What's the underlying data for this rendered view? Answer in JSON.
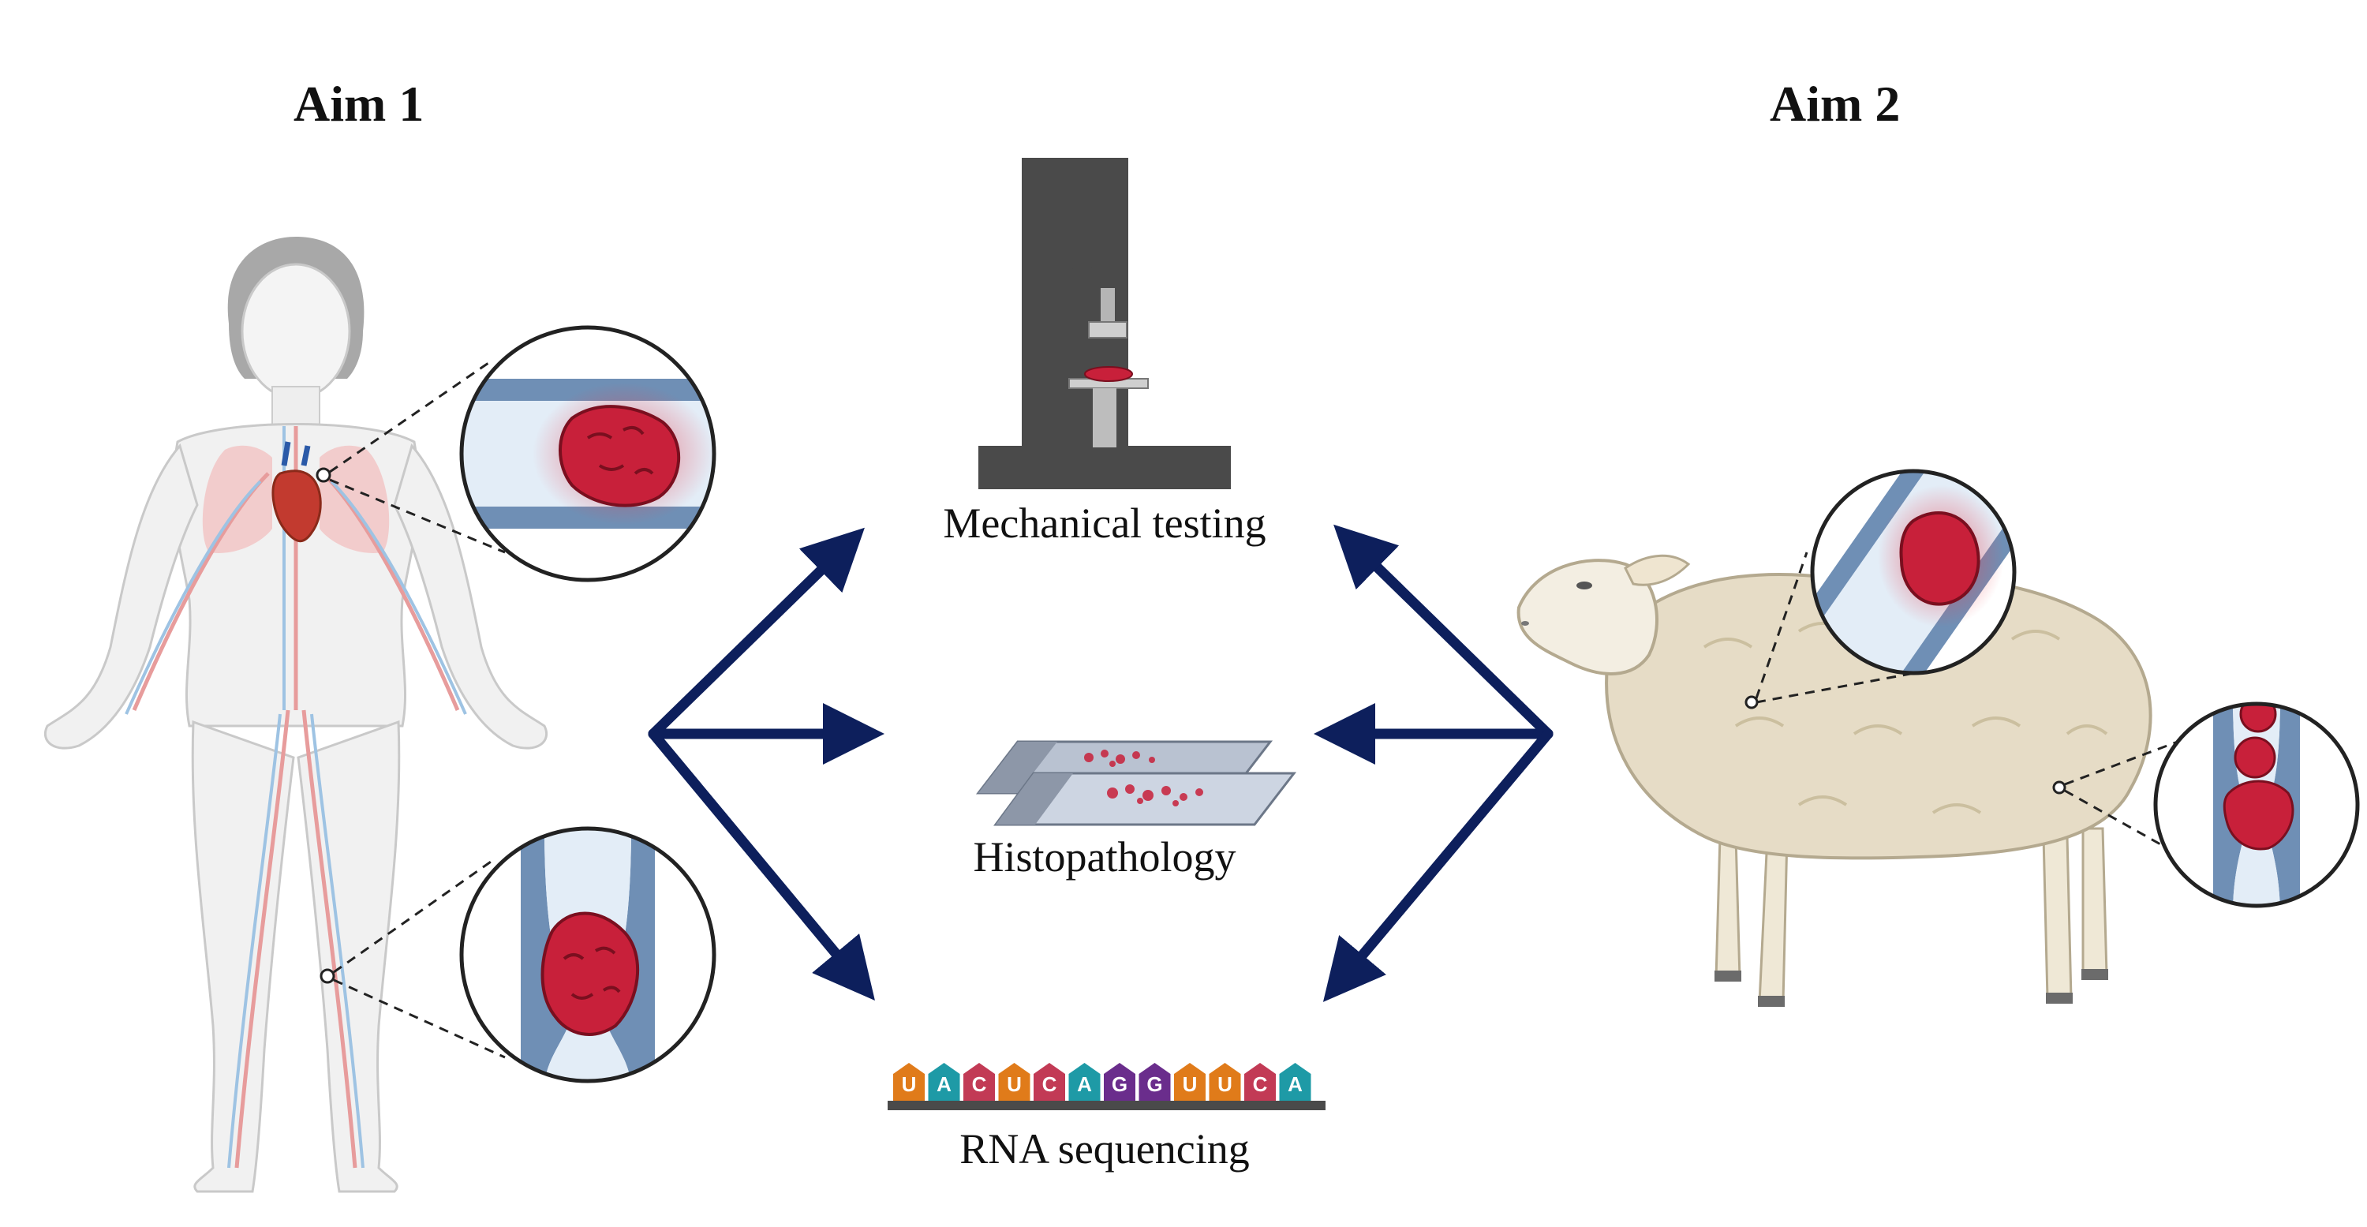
{
  "aims": {
    "aim1": "Aim 1",
    "aim2": "Aim 2"
  },
  "methods": {
    "mechanical": "Mechanical testing",
    "histo": "Histopathology",
    "rna": "RNA sequencing"
  },
  "rna_sequence": [
    "U",
    "A",
    "C",
    "U",
    "C",
    "A",
    "G",
    "G",
    "U",
    "U",
    "C",
    "A"
  ],
  "nucleotide_colors": {
    "U": "#e07b1a",
    "A": "#1e9aa6",
    "C": "#c23a55",
    "G": "#6a2d8c"
  },
  "colors": {
    "arrow": "#0d1f5c",
    "clot": "#c8203a",
    "vessel_wall": "#6f8fb5",
    "vessel_lumen": "#e3edf7",
    "machine": "#4a4a4a",
    "sheep_wool": "#e6dcc6"
  }
}
